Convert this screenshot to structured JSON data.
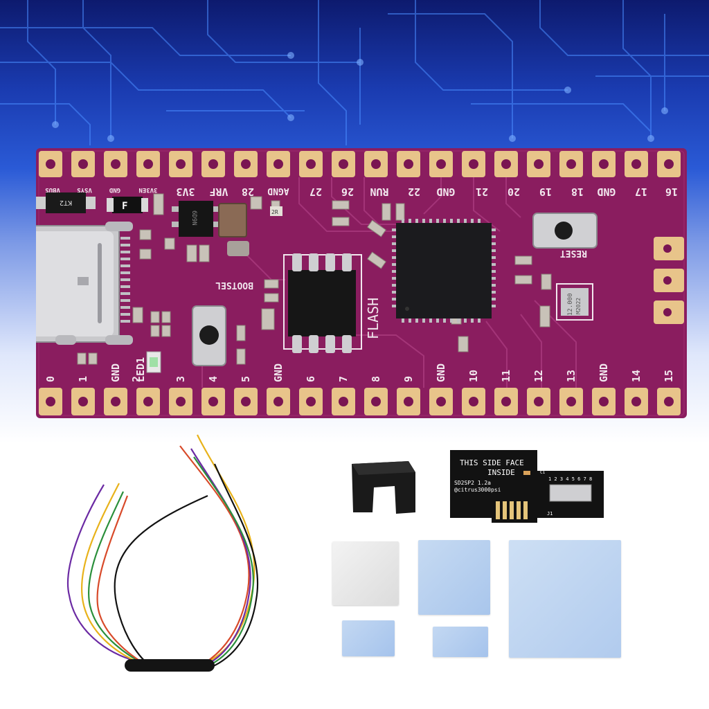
{
  "colors": {
    "pcb": "#8a1d5f",
    "pcb_edge": "#6d1249",
    "pad": "#e8c48a",
    "chip": "#1b1b1e",
    "background_top": "#0d1a6e",
    "adapter": "#121212"
  },
  "board": {
    "top_labels": {
      "vbus": "VBUS",
      "vsys": "VSYS",
      "gnd": "GND",
      "en": "3V3EN",
      "v3": "3V3",
      "vrf": "VRF",
      "p28": "28",
      "agnd": "AGND",
      "p27": "27",
      "p26": "26",
      "run": "RUN",
      "p22": "22",
      "gnd2": "GND",
      "p21": "21",
      "p20": "20",
      "p19": "19",
      "p18": "18",
      "gnd3": "GND",
      "p17": "17",
      "p16": "16"
    },
    "bottom_labels": {
      "p0": "0",
      "p1": "1",
      "gnd": "GND",
      "p2": "2",
      "p3": "3",
      "p4": "4",
      "p5": "5",
      "gnd2": "GND",
      "p6": "6",
      "p7": "7",
      "p8": "8",
      "p9": "9",
      "gnd3": "GND",
      "p10": "10",
      "p11": "11",
      "p12": "12",
      "p13": "13",
      "gnd4": "GND",
      "p14": "14",
      "p15": "15"
    },
    "bootsel": "BOOTSEL",
    "reset": "RESET",
    "flash": "FLASH",
    "led": "LED1",
    "diode": "KT2",
    "fuse": "F",
    "regulator": "6D9N",
    "crystal": "12.000",
    "crystal_sub": "M2022",
    "cap": "2R"
  },
  "adapter": {
    "line1": "THIS SIDE FACE",
    "line2": "INSIDE",
    "model": "SD2SP2 1.2a",
    "credit": "@citrus3000psi",
    "pins": "1 2 3 4 5 6 7 8",
    "j1": "J1",
    "c1": "C1"
  }
}
